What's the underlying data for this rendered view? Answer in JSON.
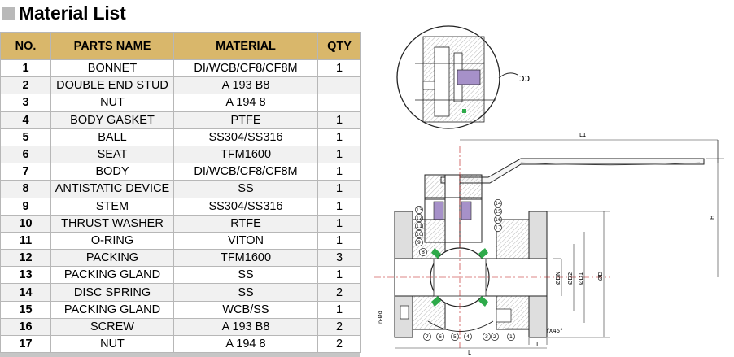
{
  "title": "Material List",
  "table": {
    "headers": [
      "NO.",
      "PARTS NAME",
      "MATERIAL",
      "QTY"
    ],
    "rows": [
      {
        "no": "1",
        "part": "BONNET",
        "material": "DI/WCB/CF8/CF8M",
        "qty": "1"
      },
      {
        "no": "2",
        "part": "DOUBLE END STUD",
        "material": "A 193 B8",
        "qty": ""
      },
      {
        "no": "3",
        "part": "NUT",
        "material": "A 194 8",
        "qty": ""
      },
      {
        "no": "4",
        "part": "BODY GASKET",
        "material": "PTFE",
        "qty": "1"
      },
      {
        "no": "5",
        "part": "BALL",
        "material": "SS304/SS316",
        "qty": "1"
      },
      {
        "no": "6",
        "part": "SEAT",
        "material": "TFM1600",
        "qty": "1"
      },
      {
        "no": "7",
        "part": "BODY",
        "material": "DI/WCB/CF8/CF8M",
        "qty": "1"
      },
      {
        "no": "8",
        "part": "ANTISTATIC DEVICE",
        "material": "SS",
        "qty": "1"
      },
      {
        "no": "9",
        "part": "STEM",
        "material": "SS304/SS316",
        "qty": "1"
      },
      {
        "no": "10",
        "part": "THRUST WASHER",
        "material": "RTFE",
        "qty": "1"
      },
      {
        "no": "11",
        "part": "O-RING",
        "material": "VITON",
        "qty": "1"
      },
      {
        "no": "12",
        "part": "PACKING",
        "material": "TFM1600",
        "qty": "3"
      },
      {
        "no": "13",
        "part": "PACKING GLAND",
        "material": "SS",
        "qty": "1"
      },
      {
        "no": "14",
        "part": "DISC SPRING",
        "material": "SS",
        "qty": "2"
      },
      {
        "no": "15",
        "part": "PACKING GLAND",
        "material": "WCB/SS",
        "qty": "1"
      },
      {
        "no": "16",
        "part": "SCREW",
        "material": "A 193 B8",
        "qty": "2"
      },
      {
        "no": "17",
        "part": "NUT",
        "material": "A 194 8",
        "qty": "2"
      }
    ]
  },
  "drawing": {
    "dimensions": {
      "l1": "L1",
      "h": "H",
      "dn": "ØDN",
      "d2": "ØD2",
      "d1": "ØD1",
      "d": "ØD",
      "l": "L",
      "t": "T",
      "chamfer": "fX45°",
      "bolt_holes": "n-Ød"
    },
    "callouts_left": [
      "13",
      "12",
      "11",
      "10",
      "9",
      "8"
    ],
    "callouts_right": [
      "14",
      "15",
      "16",
      "17"
    ],
    "callouts_bottom": [
      "7",
      "6",
      "5",
      "4",
      "3",
      "2",
      "1"
    ],
    "colors": {
      "section_fill": "#dedede",
      "seat_green": "#2eaa4a",
      "packing_purple": "#a691c9",
      "line": "#222222"
    }
  }
}
